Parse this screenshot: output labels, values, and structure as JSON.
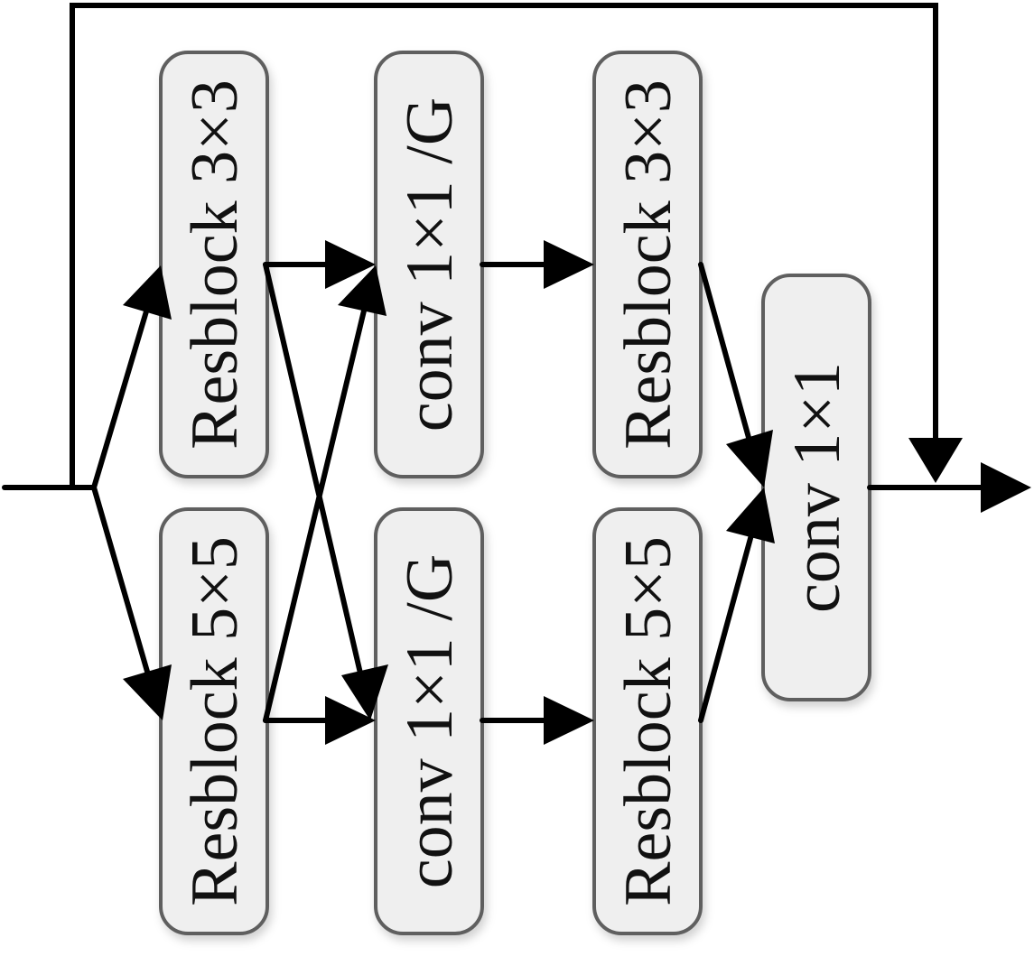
{
  "nodes": {
    "rb3_top": {
      "label": "Resblock 3×3"
    },
    "rb5_bottom": {
      "label": "Resblock 5×5"
    },
    "conv_g_top": {
      "label": "conv 1×1 /G"
    },
    "conv_g_bottom": {
      "label": "conv 1×1 /G"
    },
    "rb3_top_2": {
      "label": "Resblock 3×3"
    },
    "rb5_bottom_2": {
      "label": "Resblock 5×5"
    },
    "conv_out": {
      "label": "conv 1×1"
    }
  },
  "colors": {
    "node_fill": "#efefef",
    "node_stroke": "#5f5f5f",
    "edge": "#000000"
  }
}
